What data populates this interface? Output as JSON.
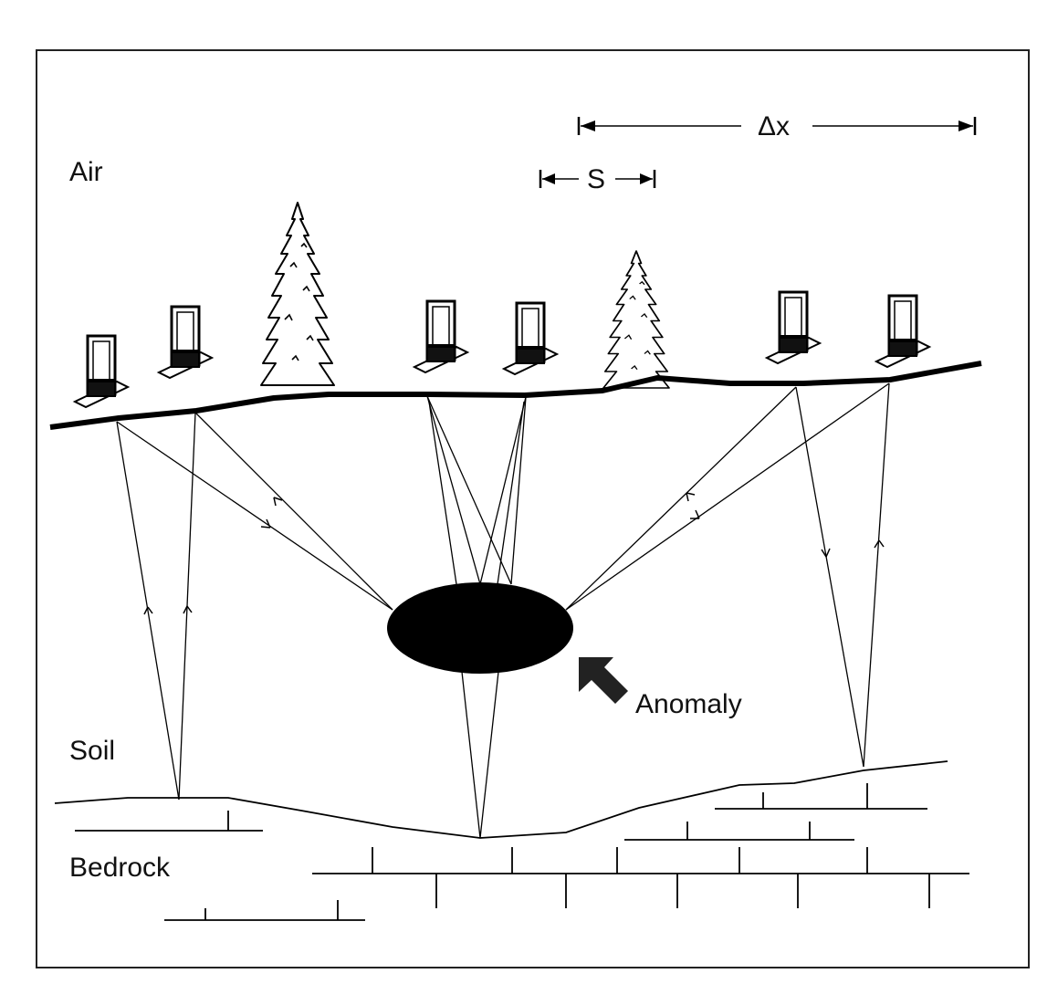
{
  "labels": {
    "air": "Air",
    "soil": "Soil",
    "bedrock": "Bedrock",
    "anomaly": "Anomaly",
    "spacing": "S",
    "offset": "Δx"
  },
  "icons": {
    "tree": "tree-icon",
    "antenna": "gpr-antenna-icon",
    "arrow": "anomaly-pointer-arrow-icon"
  },
  "colors": {
    "ink": "#000000",
    "background": "#ffffff",
    "frame": "#222222"
  }
}
